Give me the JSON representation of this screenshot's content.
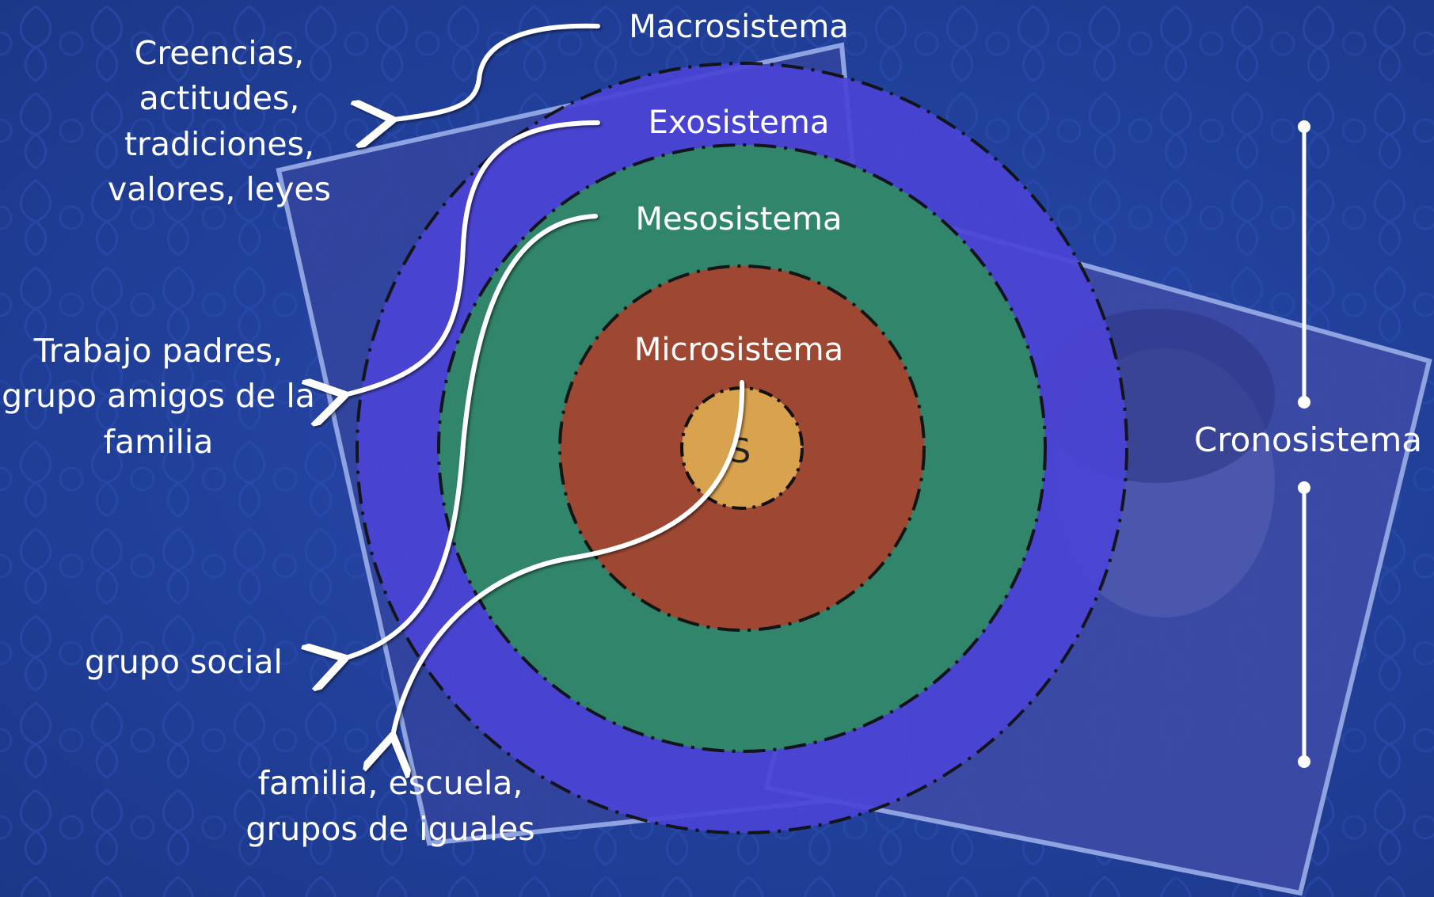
{
  "levels": {
    "macro": "Macrosistema",
    "exo": "Exosistema",
    "meso": "Mesosistema",
    "micro": "Microsistema",
    "center": "S"
  },
  "examples": {
    "macro": [
      "Creencias,",
      "actitudes,",
      "tradiciones,",
      "valores, leyes"
    ],
    "exo": [
      "Trabajo padres,",
      "grupo amigos de la",
      "familia"
    ],
    "meso": [
      "grupo social"
    ],
    "micro": [
      "familia, escuela,",
      "grupos de iguales"
    ]
  },
  "chrono": "Cronosistema",
  "colors": {
    "background": "#22409a",
    "exo_ring": "#4b44d6",
    "meso_ring": "#2f8a63",
    "micro_ring": "#a44531",
    "center": "#d8a24e",
    "text": "#ffffff"
  }
}
